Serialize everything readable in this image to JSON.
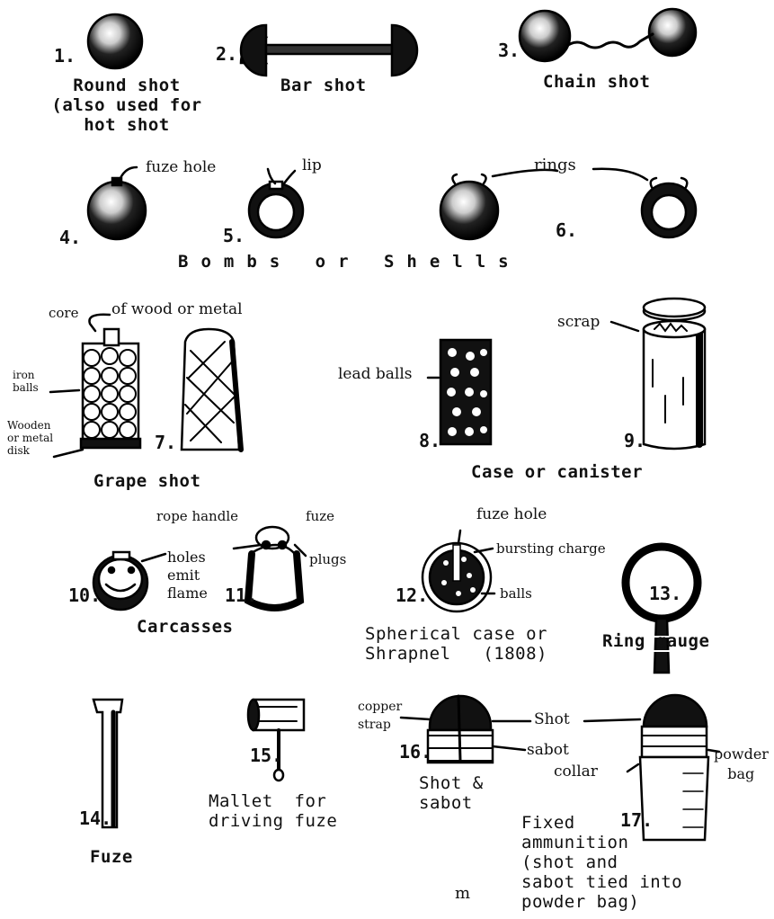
{
  "items": [
    {
      "num": "1.",
      "caption": "Round shot\n(also used for\nhot shot"
    },
    {
      "num": "2.",
      "caption": "Bar shot"
    },
    {
      "num": "3.",
      "caption": "Chain shot"
    },
    {
      "num": "4."
    },
    {
      "num": "5."
    },
    {
      "num": "6."
    },
    {
      "num": "7."
    },
    {
      "num": "8."
    },
    {
      "num": "9."
    },
    {
      "num": "10."
    },
    {
      "num": "11."
    },
    {
      "num": "12."
    },
    {
      "num": "13."
    },
    {
      "num": "14."
    },
    {
      "num": "15."
    },
    {
      "num": "16."
    },
    {
      "num": "17."
    }
  ],
  "labels": {
    "fuze_hole": "fuze hole",
    "lip": "lip",
    "rings": "rings",
    "bombs_or_shells": "Bombs or Shells",
    "core": "core",
    "of_wood_or_metal": "of wood or metal",
    "iron_balls": "iron\nballs",
    "wooden_disk": "Wooden\nor metal\ndisk",
    "grape_shot": "Grape shot",
    "lead_balls": "lead balls",
    "scrap": "scrap",
    "case_or_canister": "Case or canister",
    "rope_handle": "rope handle",
    "fuze": "fuze",
    "plugs": "plugs",
    "holes_emit_flame": "holes\nemit\nflame",
    "carcasses": "Carcasses",
    "fuze_hole_12": "fuze hole",
    "bursting_charge": "bursting charge",
    "balls": "balls",
    "spherical_case": "Spherical case or\nShrapnel   (1808)",
    "ring_gauge": "Ring gauge",
    "fuze_caption": "Fuze",
    "mallet": "Mallet  for\ndriving fuze",
    "copper_strap": "copper\nstrap",
    "shot": "Shot",
    "sabot": "sabot",
    "shot_and_sabot": "Shot &\nsabot",
    "powder_bag": "powder\n   bag",
    "collar": "collar",
    "fixed_ammunition": "Fixed\nammunition\n(shot and\nsabot tied into\npowder bag)",
    "corner_mark": "m"
  }
}
